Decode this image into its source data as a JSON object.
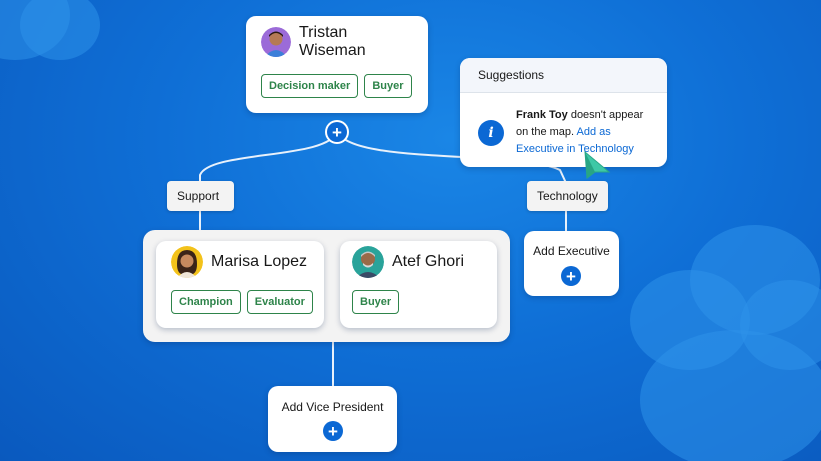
{
  "colors": {
    "background": "#0f6fd6",
    "accent": "#0b68d4",
    "tag": "#2e844a"
  },
  "root": {
    "name": "Tristan Wiseman",
    "tags": [
      "Decision maker",
      "Buyer"
    ]
  },
  "branches": {
    "support": {
      "label": "Support"
    },
    "technology": {
      "label": "Technology"
    }
  },
  "support_group": {
    "people": [
      {
        "name": "Marisa Lopez",
        "tags": [
          "Champion",
          "Evaluator"
        ]
      },
      {
        "name": "Atef Ghori",
        "tags": [
          "Buyer"
        ]
      }
    ]
  },
  "add_executive": {
    "label": "Add Executive"
  },
  "add_vice_president": {
    "label": "Add Vice President"
  },
  "suggestions": {
    "title": "Suggestions",
    "person": "Frank Toy",
    "message": " doesn't appear on the map. ",
    "link": "Add as Executive in Technology"
  },
  "icons": {
    "plus": "+",
    "info": "i"
  }
}
